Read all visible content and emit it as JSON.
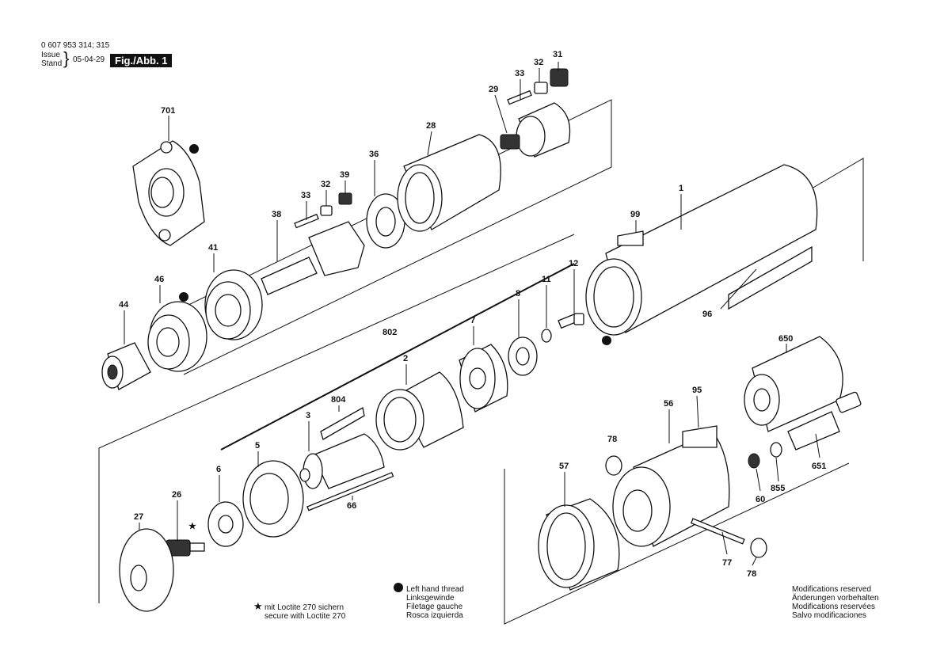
{
  "header": {
    "part_numbers": "0 607 953 314; 315",
    "issue_label": "Issue",
    "stand_label": "Stand",
    "date": "05-04-29",
    "figure": "Fig./Abb. 1"
  },
  "callouts": [
    "701",
    "31",
    "32",
    "33",
    "29",
    "28",
    "36",
    "39",
    "32",
    "33",
    "38",
    "1",
    "99",
    "41",
    "46",
    "44",
    "12",
    "11",
    "8",
    "7",
    "96",
    "802",
    "2",
    "650",
    "95",
    "804",
    "3",
    "56",
    "5",
    "78",
    "6",
    "66",
    "651",
    "57",
    "855",
    "60",
    "26",
    "27",
    "77",
    "78"
  ],
  "legend": {
    "loctite": [
      "mit Loctite 270 sichern",
      "secure with Loctite 270"
    ],
    "left_thread": [
      "Left hand thread",
      "Linksgewinde",
      "Filetage gauche",
      "Rosca izquierda"
    ],
    "modifications": [
      "Modifications reserved",
      "Änderungen vorbehalten",
      "Modifications reservées",
      "Salvo modificaciones"
    ]
  },
  "icons": {
    "star": "star-icon",
    "left_thread_symbol": "left-thread-icon"
  }
}
